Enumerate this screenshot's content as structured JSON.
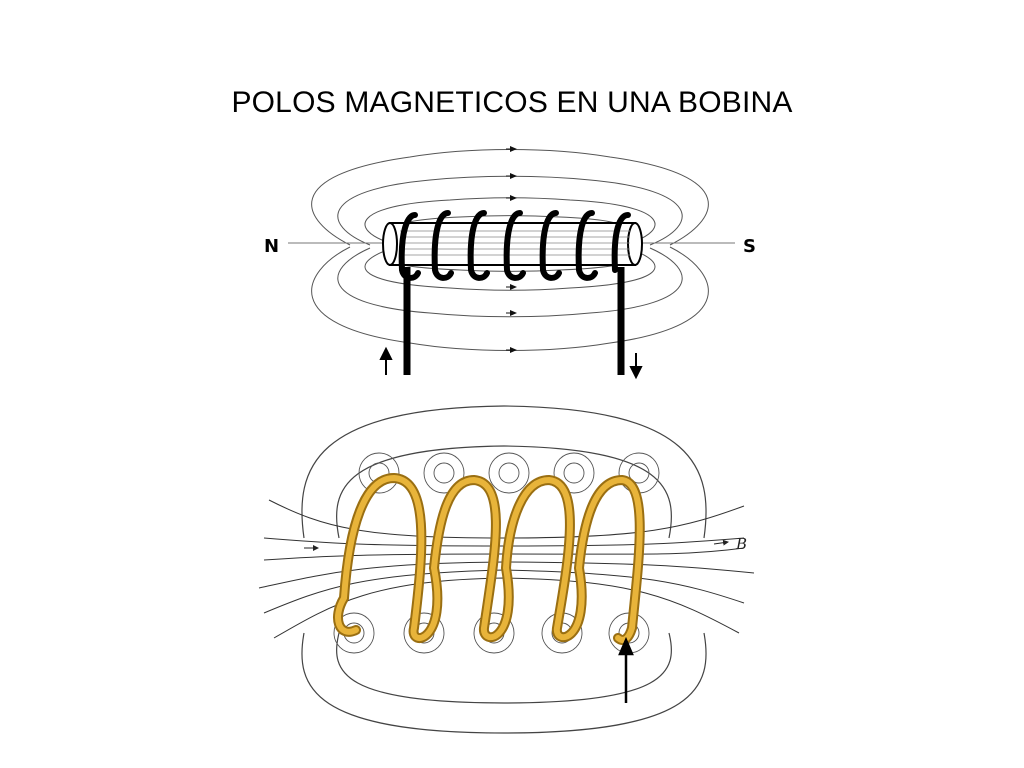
{
  "title": "POLOS MAGNETICOS EN UNA BOBINA",
  "top_diagram": {
    "north_label": "N",
    "south_label": "S"
  },
  "bottom_diagram": {
    "field_label": "B"
  },
  "colors": {
    "coil_wire": "#000000",
    "helix_wire": "#e8b43a",
    "helix_wire_edge": "#9a6f12",
    "field_lines": "#444444"
  }
}
